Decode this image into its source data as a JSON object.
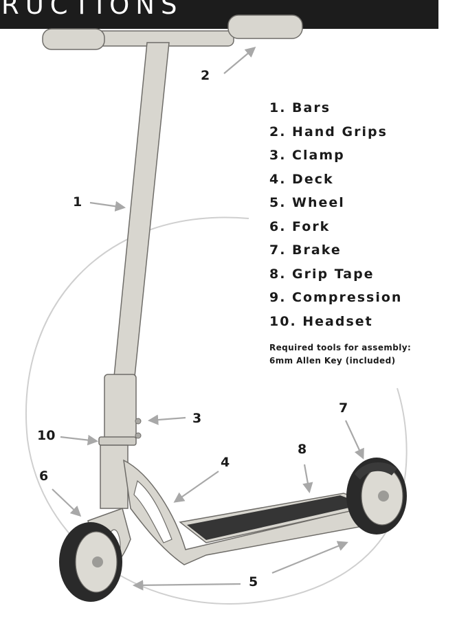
{
  "banner": {
    "text": "RUCTIONS"
  },
  "callouts": {
    "c1": "1",
    "c2": "2",
    "c3": "3",
    "c4": "4",
    "c5": "5",
    "c6": "6",
    "c7": "7",
    "c8": "8",
    "c10": "10"
  },
  "parts": [
    "1. Bars",
    "2. Hand Grips",
    "3. Clamp",
    "4. Deck",
    "5. Wheel",
    "6. Fork",
    "7. Brake",
    "8. Grip Tape",
    "9. Compression",
    "10. Headset"
  ],
  "tools": {
    "line1": "Required tools for assembly:",
    "line2": "6mm Allen Key (included)"
  },
  "colors": {
    "banner": "#1c1c1c",
    "frame": "#d8d6cf",
    "outline": "#6e6c68",
    "tire": "#2a2a2a",
    "grip_tape": "#353535",
    "arrow": "#a8a8a8"
  }
}
